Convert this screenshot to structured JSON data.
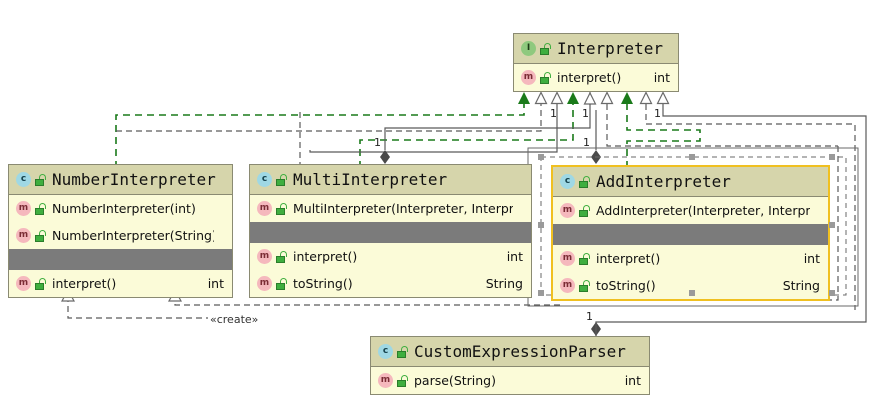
{
  "diagram": {
    "kind": "uml-class-diagram",
    "colors": {
      "class_header_fill": "#d6d5ab",
      "class_body_fill": "#fbfbd8",
      "class_border": "#8a8a72",
      "divider_band": "#7b7b7b",
      "selection_border": "#f0c020",
      "realize_green": "#1a7a1a",
      "edge_gray": "#5a5a5a",
      "interface_icon": "#8fc97e",
      "class_icon": "#9fd8e4",
      "method_icon": "#f5b8bd",
      "lock_public": "#3fae3f"
    }
  },
  "classes": {
    "interpreter": {
      "name": "Interpreter",
      "icon": "interface-icon",
      "icon_letter": "I",
      "visibility_icon": "public-unlock-icon",
      "members": [
        {
          "icon": "method-icon",
          "icon_letter": "m",
          "visibility_icon": "public-unlock-icon",
          "name": "interpret()",
          "type": "int"
        }
      ]
    },
    "number_interpreter": {
      "name": "NumberInterpreter",
      "icon": "class-icon",
      "icon_letter": "c",
      "visibility_icon": "public-unlock-icon",
      "constructors": [
        {
          "icon": "method-icon",
          "icon_letter": "m",
          "visibility_icon": "public-unlock-icon",
          "name": "NumberInterpreter(int)",
          "type": ""
        },
        {
          "icon": "method-icon",
          "icon_letter": "m",
          "visibility_icon": "public-unlock-icon",
          "name": "NumberInterpreter(String)",
          "type": ""
        }
      ],
      "methods": [
        {
          "icon": "method-icon",
          "icon_letter": "m",
          "visibility_icon": "public-unlock-icon",
          "name": "interpret()",
          "type": "int"
        }
      ]
    },
    "multi_interpreter": {
      "name": "MultiInterpreter",
      "icon": "class-icon",
      "icon_letter": "c",
      "visibility_icon": "public-unlock-icon",
      "constructors": [
        {
          "icon": "method-icon",
          "icon_letter": "m",
          "visibility_icon": "public-unlock-icon",
          "name": "MultiInterpreter(Interpreter, Interpreter)",
          "type": ""
        }
      ],
      "methods": [
        {
          "icon": "method-icon",
          "icon_letter": "m",
          "visibility_icon": "public-unlock-icon",
          "name": "interpret()",
          "type": "int"
        },
        {
          "icon": "method-icon",
          "icon_letter": "m",
          "visibility_icon": "public-unlock-icon",
          "name": "toString()",
          "type": "String"
        }
      ]
    },
    "add_interpreter": {
      "name": "AddInterpreter",
      "icon": "class-icon",
      "icon_letter": "c",
      "visibility_icon": "public-unlock-icon",
      "selected": true,
      "constructors": [
        {
          "icon": "method-icon",
          "icon_letter": "m",
          "visibility_icon": "public-unlock-icon",
          "name": "AddInterpreter(Interpreter, Interpreter)",
          "type": ""
        }
      ],
      "methods": [
        {
          "icon": "method-icon",
          "icon_letter": "m",
          "visibility_icon": "public-unlock-icon",
          "name": "interpret()",
          "type": "int"
        },
        {
          "icon": "method-icon",
          "icon_letter": "m",
          "visibility_icon": "public-unlock-icon",
          "name": "toString()",
          "type": "String"
        }
      ]
    },
    "custom_expression_parser": {
      "name": "CustomExpressionParser",
      "icon": "class-icon",
      "icon_letter": "c",
      "visibility_icon": "public-unlock-icon",
      "methods": [
        {
          "icon": "method-icon",
          "icon_letter": "m",
          "visibility_icon": "public-unlock-icon",
          "name": "parse(String)",
          "type": "int"
        }
      ]
    }
  },
  "edge_labels": {
    "mult_multi_top": "1",
    "mult_add_top": "1",
    "mult_parser_top": "1",
    "mult_iface_1": "1",
    "mult_iface_2": "1",
    "mult_iface_3": "1",
    "create_stereotype": "«create»"
  }
}
